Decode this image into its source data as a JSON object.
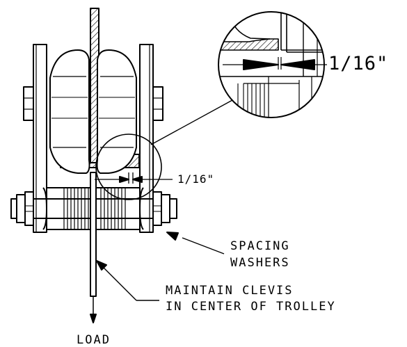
{
  "labels": {
    "gap_dimension_detail": "1/16\"",
    "gap_dimension_main": "1/16\"",
    "spacing_washers_line1": "SPACING",
    "spacing_washers_line2": "WASHERS",
    "clevis_note_line1": "MAINTAIN CLEVIS",
    "clevis_note_line2": "IN CENTER OF TROLLEY",
    "load": "LOAD"
  },
  "colors": {
    "line": "#000000",
    "background": "#ffffff"
  }
}
